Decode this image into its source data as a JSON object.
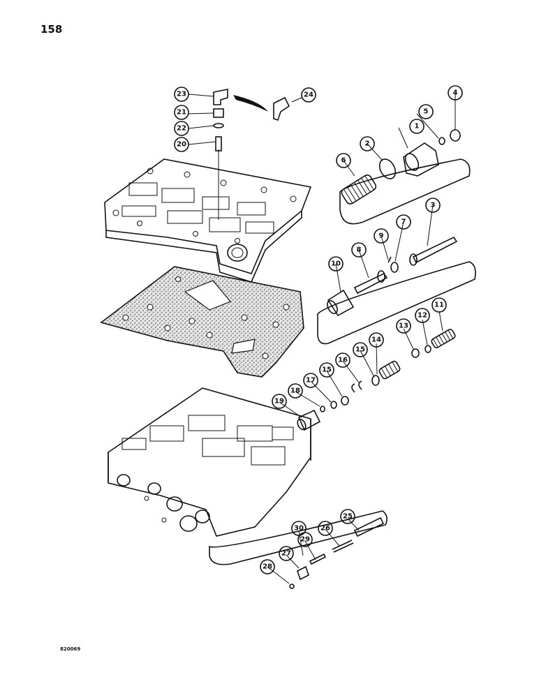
{
  "page_number": "158",
  "figure_code": "820069",
  "callouts": [
    "1",
    "2",
    "3",
    "4",
    "5",
    "6",
    "7",
    "8",
    "9",
    "10",
    "11",
    "12",
    "13",
    "14",
    "15",
    "15",
    "16",
    "17",
    "18",
    "19",
    "20",
    "21",
    "22",
    "23",
    "24",
    "25",
    "26",
    "27",
    "28",
    "29",
    "30"
  ],
  "colors": {
    "ink": "#111111",
    "paper": "#ffffff",
    "gasket": "#cfcfcf"
  }
}
